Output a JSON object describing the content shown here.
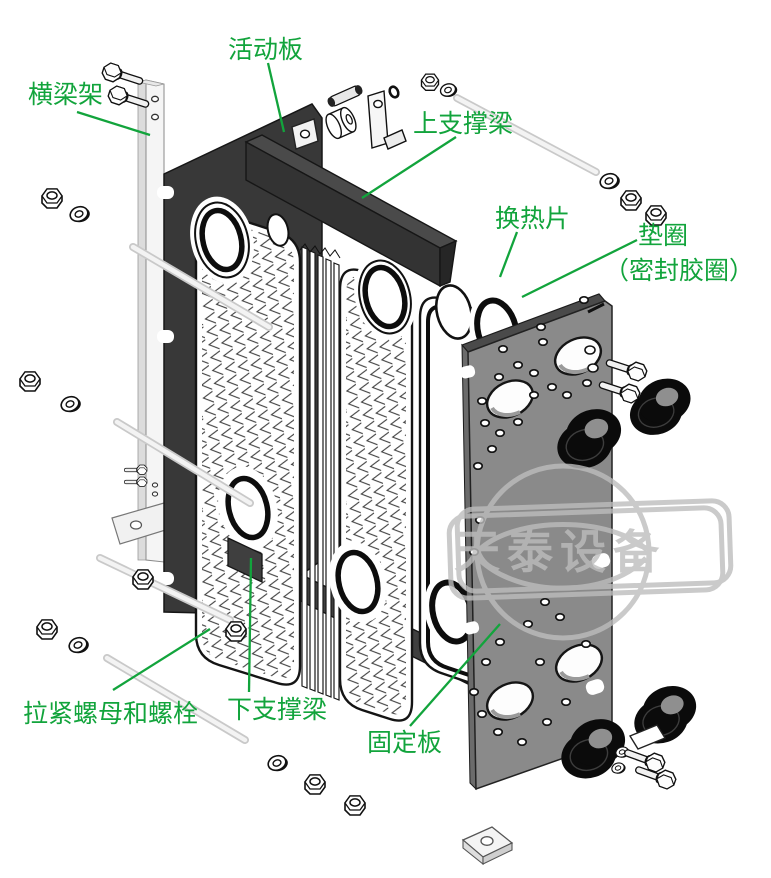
{
  "diagram": {
    "type": "exploded-view-plate-heat-exchanger",
    "labels": {
      "beam_frame": "横梁架",
      "movable_plate": "活动板",
      "upper_support_beam": "上支撑梁",
      "heat_plate": "换热片",
      "gasket": "垫圈",
      "gasket_paren": "（密封胶圈）",
      "tie_nut_bolt": "拉紧螺母和螺栓",
      "lower_support_beam": "下支撑梁",
      "fixed_plate": "固定板"
    },
    "watermark": {
      "text": "天泰设备"
    },
    "colors": {
      "label_green": "#12a43c",
      "dark_part": "#383838",
      "fixed_plate_gray": "#8a8a8a",
      "watermark_gray": "#bdbdbd"
    }
  }
}
